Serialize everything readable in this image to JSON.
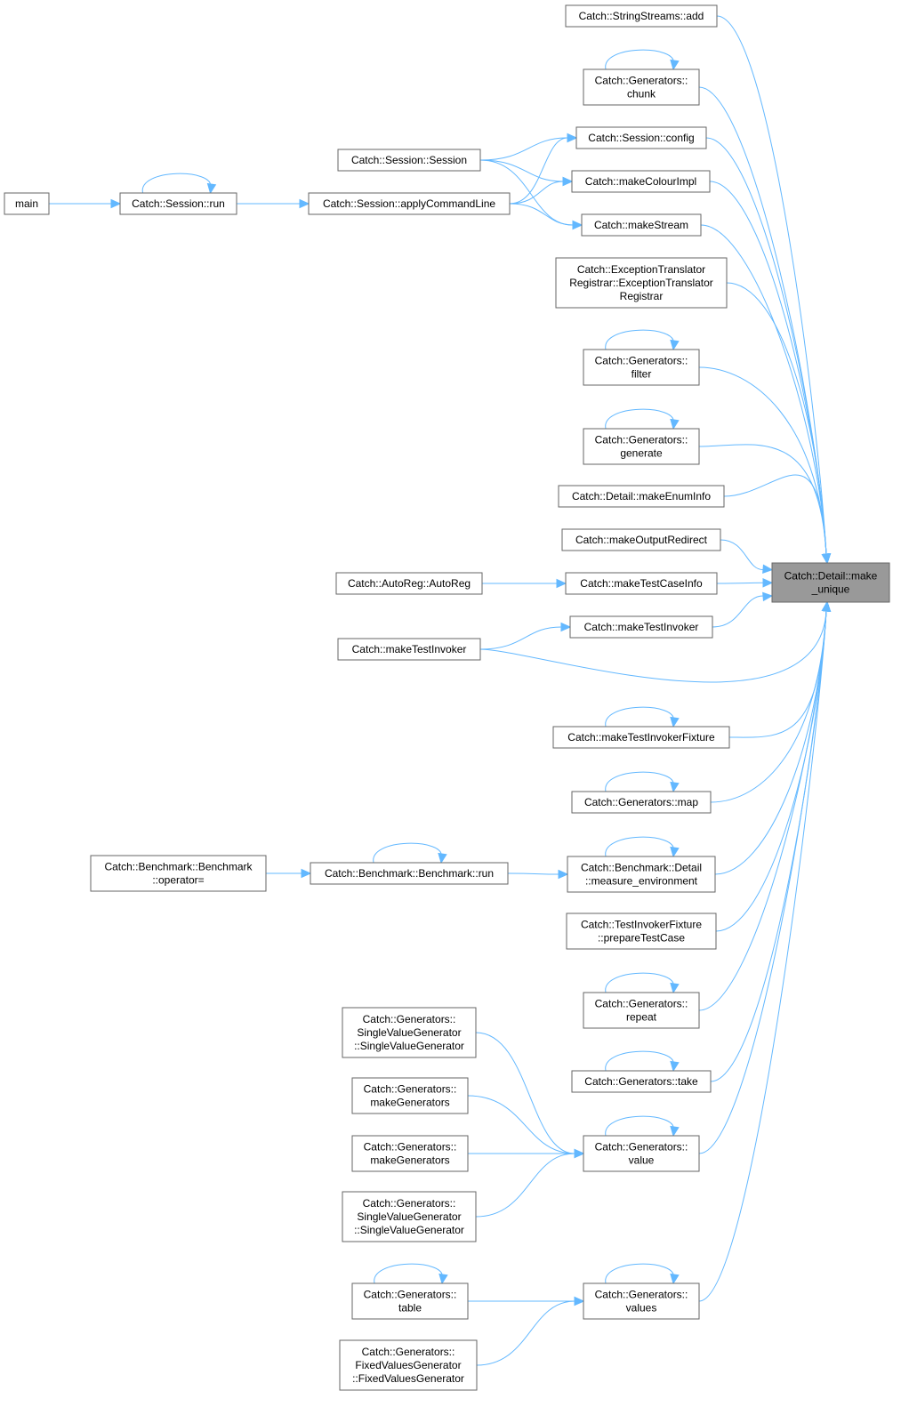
{
  "nodes": [
    {
      "id": "root",
      "lines": [
        "Catch::Detail::make",
        "_unique"
      ],
      "root": true
    },
    {
      "id": "stringstreams_add",
      "lines": [
        "Catch::StringStreams::add"
      ]
    },
    {
      "id": "gen_chunk",
      "lines": [
        "Catch::Generators::",
        "chunk"
      ]
    },
    {
      "id": "session_config",
      "lines": [
        "Catch::Session::config"
      ]
    },
    {
      "id": "make_colour_impl",
      "lines": [
        "Catch::makeColourImpl"
      ]
    },
    {
      "id": "make_stream",
      "lines": [
        "Catch::makeStream"
      ]
    },
    {
      "id": "exception_translator_registrar",
      "lines": [
        "Catch::ExceptionTranslator",
        "Registrar::ExceptionTranslator",
        "Registrar"
      ]
    },
    {
      "id": "gen_filter",
      "lines": [
        "Catch::Generators::",
        "filter"
      ]
    },
    {
      "id": "gen_generate",
      "lines": [
        "Catch::Generators::",
        "generate"
      ]
    },
    {
      "id": "make_enum_info",
      "lines": [
        "Catch::Detail::makeEnumInfo"
      ]
    },
    {
      "id": "make_output_redirect",
      "lines": [
        "Catch::makeOutputRedirect"
      ]
    },
    {
      "id": "make_test_case_info",
      "lines": [
        "Catch::makeTestCaseInfo"
      ]
    },
    {
      "id": "make_test_invoker_a",
      "lines": [
        "Catch::makeTestInvoker"
      ]
    },
    {
      "id": "make_test_invoker_b",
      "lines": [
        "Catch::makeTestInvoker"
      ]
    },
    {
      "id": "make_test_invoker_fixture",
      "lines": [
        "Catch::makeTestInvokerFixture"
      ]
    },
    {
      "id": "gen_map",
      "lines": [
        "Catch::Generators::map"
      ]
    },
    {
      "id": "measure_environment",
      "lines": [
        "Catch::Benchmark::Detail",
        "::measure_environment"
      ]
    },
    {
      "id": "prepare_test_case",
      "lines": [
        "Catch::TestInvokerFixture",
        "::prepareTestCase"
      ]
    },
    {
      "id": "gen_repeat",
      "lines": [
        "Catch::Generators::",
        "repeat"
      ]
    },
    {
      "id": "gen_take",
      "lines": [
        "Catch::Generators::take"
      ]
    },
    {
      "id": "gen_value",
      "lines": [
        "Catch::Generators::",
        "value"
      ]
    },
    {
      "id": "gen_values",
      "lines": [
        "Catch::Generators::",
        "values"
      ]
    },
    {
      "id": "session_session",
      "lines": [
        "Catch::Session::Session"
      ]
    },
    {
      "id": "apply_command_line",
      "lines": [
        "Catch::Session::applyCommandLine"
      ]
    },
    {
      "id": "session_run",
      "lines": [
        "Catch::Session::run"
      ]
    },
    {
      "id": "main",
      "lines": [
        "main"
      ]
    },
    {
      "id": "autoreg",
      "lines": [
        "Catch::AutoReg::AutoReg"
      ]
    },
    {
      "id": "benchmark_run",
      "lines": [
        "Catch::Benchmark::Benchmark::run"
      ]
    },
    {
      "id": "benchmark_operator",
      "lines": [
        "Catch::Benchmark::Benchmark",
        "::operator="
      ]
    },
    {
      "id": "single_value_gen_a",
      "lines": [
        "Catch::Generators::",
        "SingleValueGenerator",
        "::SingleValueGenerator"
      ]
    },
    {
      "id": "make_generators_a",
      "lines": [
        "Catch::Generators::",
        "makeGenerators"
      ]
    },
    {
      "id": "make_generators_b",
      "lines": [
        "Catch::Generators::",
        "makeGenerators"
      ]
    },
    {
      "id": "single_value_gen_b",
      "lines": [
        "Catch::Generators::",
        "SingleValueGenerator",
        "::SingleValueGenerator"
      ]
    },
    {
      "id": "gen_table",
      "lines": [
        "Catch::Generators::",
        "table"
      ]
    },
    {
      "id": "fixed_values_gen",
      "lines": [
        "Catch::Generators::",
        "FixedValuesGenerator",
        "::FixedValuesGenerator"
      ]
    }
  ],
  "edges": [
    [
      "stringstreams_add",
      "root"
    ],
    [
      "gen_chunk",
      "root"
    ],
    [
      "gen_chunk",
      "gen_chunk"
    ],
    [
      "session_config",
      "root"
    ],
    [
      "make_colour_impl",
      "root"
    ],
    [
      "make_stream",
      "root"
    ],
    [
      "exception_translator_registrar",
      "root"
    ],
    [
      "gen_filter",
      "root"
    ],
    [
      "gen_filter",
      "gen_filter"
    ],
    [
      "gen_generate",
      "root"
    ],
    [
      "gen_generate",
      "gen_generate"
    ],
    [
      "make_enum_info",
      "root"
    ],
    [
      "make_output_redirect",
      "root"
    ],
    [
      "make_test_case_info",
      "root"
    ],
    [
      "make_test_invoker_a",
      "root"
    ],
    [
      "make_test_invoker_b",
      "root"
    ],
    [
      "make_test_invoker_fixture",
      "root"
    ],
    [
      "make_test_invoker_fixture",
      "make_test_invoker_fixture"
    ],
    [
      "gen_map",
      "root"
    ],
    [
      "gen_map",
      "gen_map"
    ],
    [
      "measure_environment",
      "root"
    ],
    [
      "measure_environment",
      "measure_environment"
    ],
    [
      "prepare_test_case",
      "root"
    ],
    [
      "gen_repeat",
      "root"
    ],
    [
      "gen_repeat",
      "gen_repeat"
    ],
    [
      "gen_take",
      "root"
    ],
    [
      "gen_take",
      "gen_take"
    ],
    [
      "gen_value",
      "root"
    ],
    [
      "gen_value",
      "gen_value"
    ],
    [
      "gen_values",
      "root"
    ],
    [
      "gen_values",
      "gen_values"
    ],
    [
      "session_session",
      "session_config"
    ],
    [
      "session_session",
      "make_colour_impl"
    ],
    [
      "session_session",
      "make_stream"
    ],
    [
      "apply_command_line",
      "session_config"
    ],
    [
      "apply_command_line",
      "make_colour_impl"
    ],
    [
      "apply_command_line",
      "make_stream"
    ],
    [
      "session_run",
      "apply_command_line"
    ],
    [
      "session_run",
      "session_run"
    ],
    [
      "main",
      "session_run"
    ],
    [
      "autoreg",
      "make_test_case_info"
    ],
    [
      "make_test_invoker_b",
      "make_test_invoker_a"
    ],
    [
      "benchmark_run",
      "measure_environment"
    ],
    [
      "benchmark_run",
      "benchmark_run"
    ],
    [
      "benchmark_operator",
      "benchmark_run"
    ],
    [
      "single_value_gen_a",
      "gen_value"
    ],
    [
      "make_generators_a",
      "gen_value"
    ],
    [
      "make_generators_b",
      "gen_value"
    ],
    [
      "single_value_gen_b",
      "gen_value"
    ],
    [
      "gen_table",
      "gen_values"
    ],
    [
      "gen_table",
      "gen_table"
    ],
    [
      "fixed_values_gen",
      "gen_values"
    ]
  ],
  "colors": {
    "edge": "#63b8ff",
    "node_border": "#666666",
    "node_fill": "#ffffff",
    "root_fill": "#999999"
  }
}
